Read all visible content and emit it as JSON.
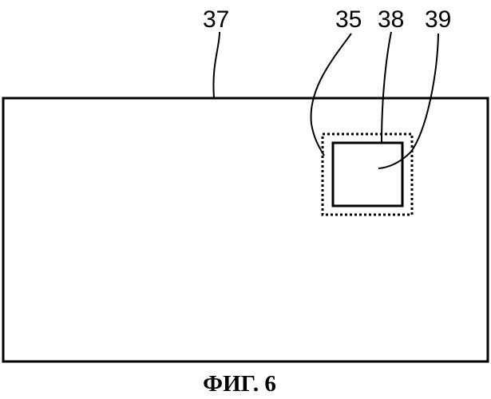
{
  "figure": {
    "caption": "ФИГ. 6",
    "labels": {
      "outer_panel": "37",
      "dotted_region": "35",
      "inner_square": "38",
      "inner_area": "39"
    }
  }
}
